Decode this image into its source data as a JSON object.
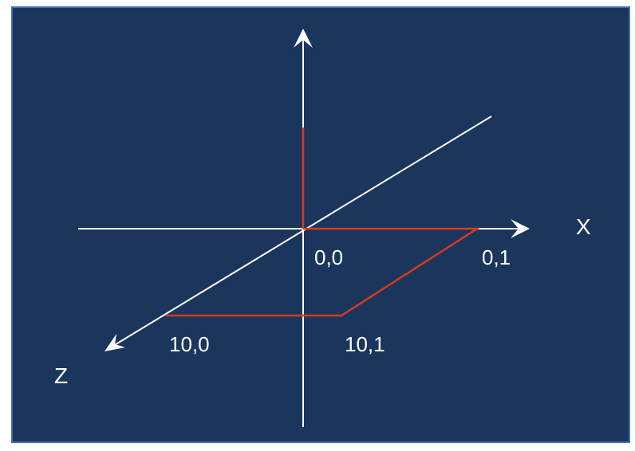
{
  "diagram": {
    "axis_labels": {
      "x": "X",
      "z": "Z"
    },
    "point_labels": {
      "origin": "0,0",
      "x_end": "0,1",
      "z_end": "10,0",
      "corner": "10,1"
    },
    "colors": {
      "background": "#1b365d",
      "axis": "#ffffff",
      "path": "#d9391f",
      "text": "#ffffff",
      "border": "#3f6fb0"
    }
  }
}
